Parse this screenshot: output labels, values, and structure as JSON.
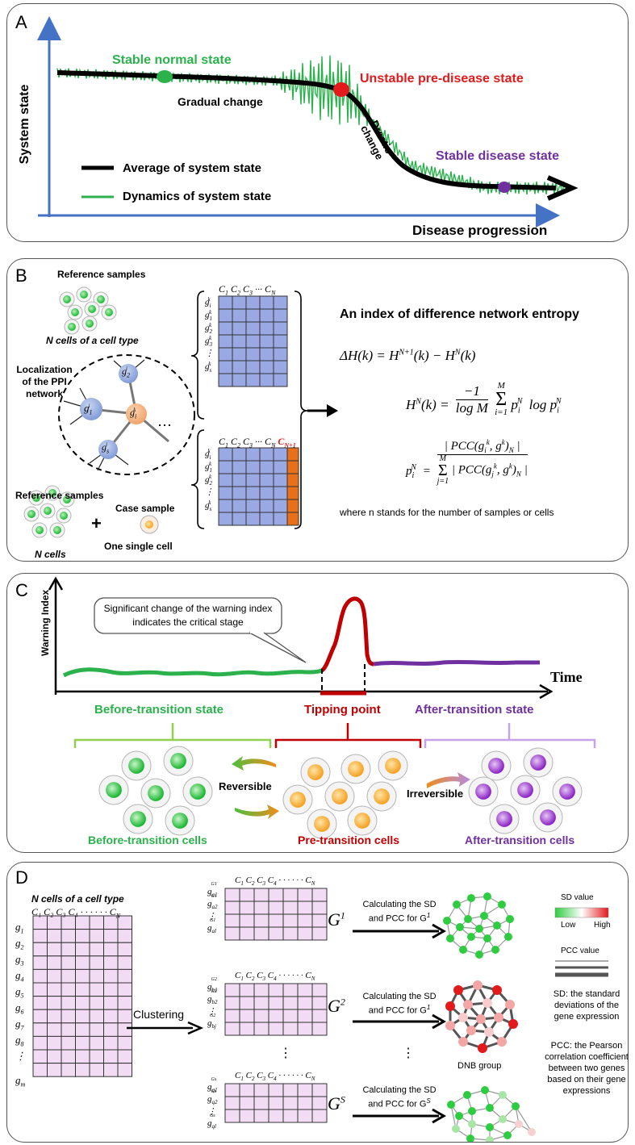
{
  "panelA": {
    "label": "A",
    "y_axis": "System state",
    "x_axis": "Disease progression",
    "stable_normal": "Stable normal state",
    "gradual": "Gradual change",
    "unstable": "Unstable pre-disease state",
    "drastic": "Drastic change",
    "stable_disease": "Stable disease state",
    "legend_avg": "Average of system state",
    "legend_dyn": "Dynamics of system state",
    "colors": {
      "green": "#2bb24c",
      "red": "#e31a1c",
      "purple": "#7030a0",
      "axis": "#4472c4"
    }
  },
  "panelB": {
    "label": "B",
    "ref_samples_top": "Reference samples",
    "n_cells_type": "N cells of a cell type",
    "localization": "Localization of the PPI network",
    "ref_samples_bottom": "Reference samples",
    "case_sample": "Case sample",
    "n_cells": "N cells",
    "one_cell": "One single cell",
    "plus": "+",
    "title": "An index of difference network entropy",
    "footnote": "where n stands for the number of samples or cells",
    "col_extra": "C",
    "col_extra_sub": "N+1",
    "row_ellipsis": "⋮",
    "node_dots": "⋯"
  },
  "panelC": {
    "label": "C",
    "y_axis": "Warning Index",
    "x_axis": "Time",
    "callout": "Significant change of the warning index indicates the critical stage",
    "before_state": "Before-transition state",
    "tipping": "Tipping point",
    "after_state": "After-transition state",
    "reversible": "Reversible",
    "irreversible": "Irreversible",
    "before_cells": "Before-transition cells",
    "pre_cells": "Pre-transition cells",
    "after_cells": "After-transition cells",
    "colors": {
      "green": "#2bb24c",
      "red": "#c00000",
      "purple": "#7030a0"
    }
  },
  "panelD": {
    "label": "D",
    "n_cells_type": "N cells of a cell type",
    "clustering": "Clustering",
    "calc1": "Calculating the SD and PCC for G",
    "calc1_sup": "1",
    "calc2": "Calculating the SD and PCC for G",
    "calc2_sup": "1",
    "calcS": "Calculating the SD and PCC for G",
    "calcS_sup": "S",
    "sd_value": "SD value",
    "low": "Low",
    "high": "High",
    "pcc_value": "PCC value",
    "sd_def": "SD: the standard deviations of the gene expression",
    "pcc_def": "PCC: the Pearson correlation coefficient between two genes based on their gene expressions",
    "dnb": "DNB group",
    "G1": "G",
    "G1_sup": "1",
    "G2": "G",
    "G2_sup": "2",
    "GS": "G",
    "GS_sup": "S",
    "rows": [
      "g",
      "g",
      "g",
      "g",
      "g",
      "g",
      "g",
      "g",
      "⋮",
      "g"
    ],
    "row_subs": [
      "1",
      "2",
      "3",
      "4",
      "5",
      "6",
      "7",
      "8",
      "",
      "m"
    ],
    "cols_header": "C₁ C₂ C₃ C₄ · · · · · · C",
    "cols_header_sub": "N",
    "vdots": "⋮"
  }
}
